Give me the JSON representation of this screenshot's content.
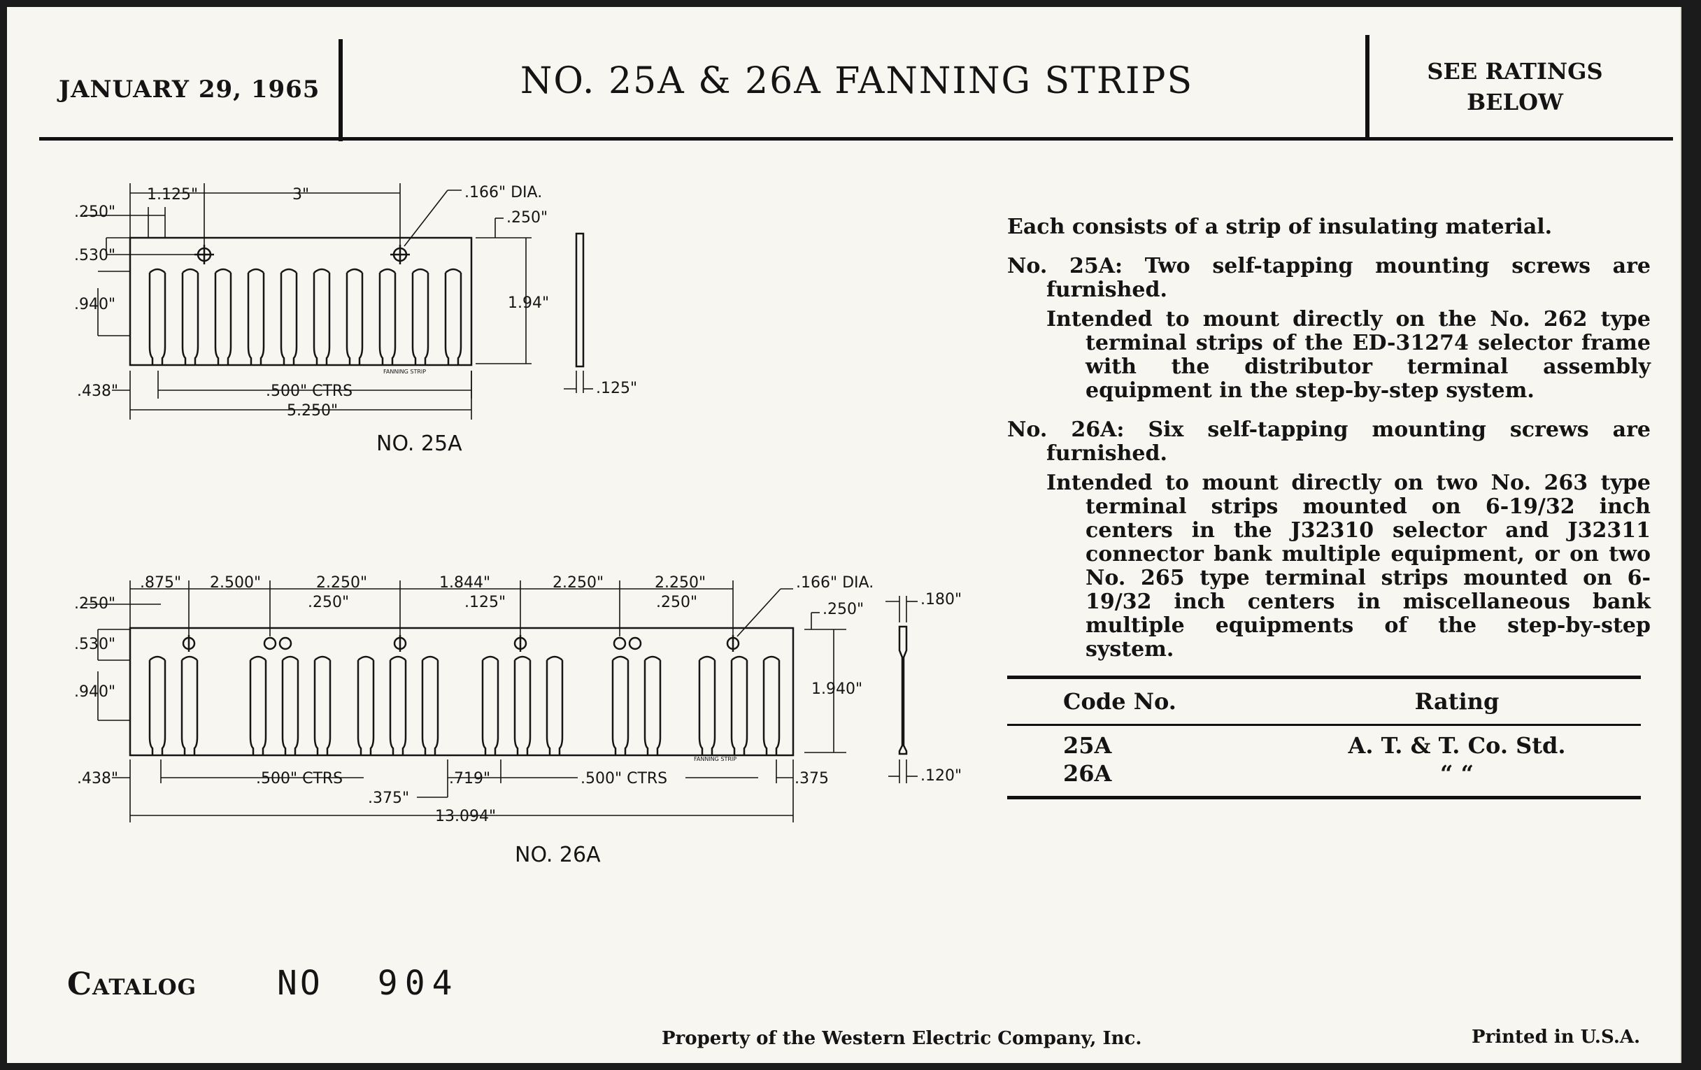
{
  "header": {
    "date": "JANUARY 29, 1965",
    "title": "NO. 25A & 26A FANNING STRIPS",
    "ratings_line1": "SEE RATINGS",
    "ratings_line2": "BELOW"
  },
  "drawing_25a": {
    "caption": "NO. 25A",
    "dims": {
      "d1125": "1.125\"",
      "d3": "3\"",
      "dia": ".166\" DIA.",
      "d250a": ".250\"",
      "d250b": ".250\"",
      "d530": ".530\"",
      "d940": ".940\"",
      "d194": "1.94\"",
      "d438": ".438\"",
      "ctrs": ".500\" CTRS",
      "d5250": "5.250\"",
      "d125": ".125\"",
      "mark": "FANNING STRIP"
    }
  },
  "drawing_26a": {
    "caption": "NO. 26A",
    "dims": {
      "d875": ".875\"",
      "d2500": "2.500\"",
      "d2250a": "2.250\"",
      "d1844": "1.844\"",
      "d2250b": "2.250\"",
      "d2250c": "2.250\"",
      "dia": ".166\" DIA.",
      "d250a": ".250\"",
      "d250b": ".250\"",
      "d125": ".125\"",
      "d250c": ".250\"",
      "d250d": ".250\"",
      "d180": ".180\"",
      "d530": ".530\"",
      "d940": ".940\"",
      "d1940": "1.940\"",
      "d438": ".438\"",
      "ctrs1": ".500\" CTRS",
      "d719": ".719\"",
      "ctrs2": ".500\" CTRS",
      "d375a": ".375",
      "d375b": ".375\"",
      "d120": ".120\"",
      "d13094": "13.094\"",
      "mark": "FANNING STRIP"
    }
  },
  "description": {
    "intro": "Each consists of a strip of insulating material.",
    "p25a": "No. 25A: Two self-tapping mounting screws are furnished.",
    "p25a_detail": "Intended to mount directly on the No. 262 type terminal strips of the ED-31274 selector frame with the distributor terminal assembly equipment in the step-by-step system.",
    "p26a": "No. 26A: Six self-tapping mounting screws are furnished.",
    "p26a_detail": "Intended to mount directly on two No. 263 type terminal strips mounted on 6-19/32 inch centers in the J32310 selector and J32311 connector bank multiple equipment, or on two No. 265 type terminal strips mounted on 6-19/32 inch centers in miscellaneous bank multiple equipments of the step-by-step system."
  },
  "ratings_table": {
    "headers": [
      "Code No.",
      "Rating"
    ],
    "rows": [
      [
        "25A",
        "A. T. & T. Co. Std."
      ],
      [
        "26A",
        "“          “"
      ]
    ]
  },
  "footer": {
    "catalog_label": "Catalog",
    "catalog_no": "NO",
    "catalog_num": "904",
    "property": "Property of the Western Electric Company, Inc.",
    "printed": "Printed in U.S.A."
  }
}
